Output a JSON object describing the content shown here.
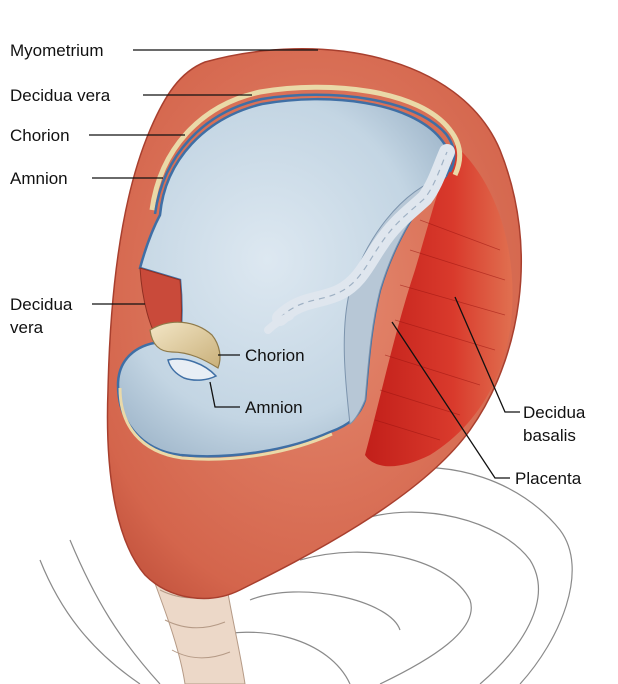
{
  "colors": {
    "myometrium": "#d56a52",
    "myometrium_dark": "#b9432f",
    "decidua": "#c94a3a",
    "chorion_line": "#e8d7a6",
    "amnion_line": "#3f6fa5",
    "cavity": "#c9d9e6",
    "cavity_shade": "#a9bfd1",
    "placenta": "#cf2c24",
    "umbilical": "#dfe6ee"
  },
  "labels": {
    "myometrium": "Myometrium",
    "decidua_vera_top": "Decidua vera",
    "chorion_top": "Chorion",
    "amnion_top": "Amnion",
    "decidua_vera_side_line1": "Decidua",
    "decidua_vera_side_line2": "vera",
    "chorion_flap": "Chorion",
    "amnion_flap": "Amnion",
    "decidua_basalis_line1": "Decidua",
    "decidua_basalis_line2": "basalis",
    "placenta": "Placenta"
  }
}
